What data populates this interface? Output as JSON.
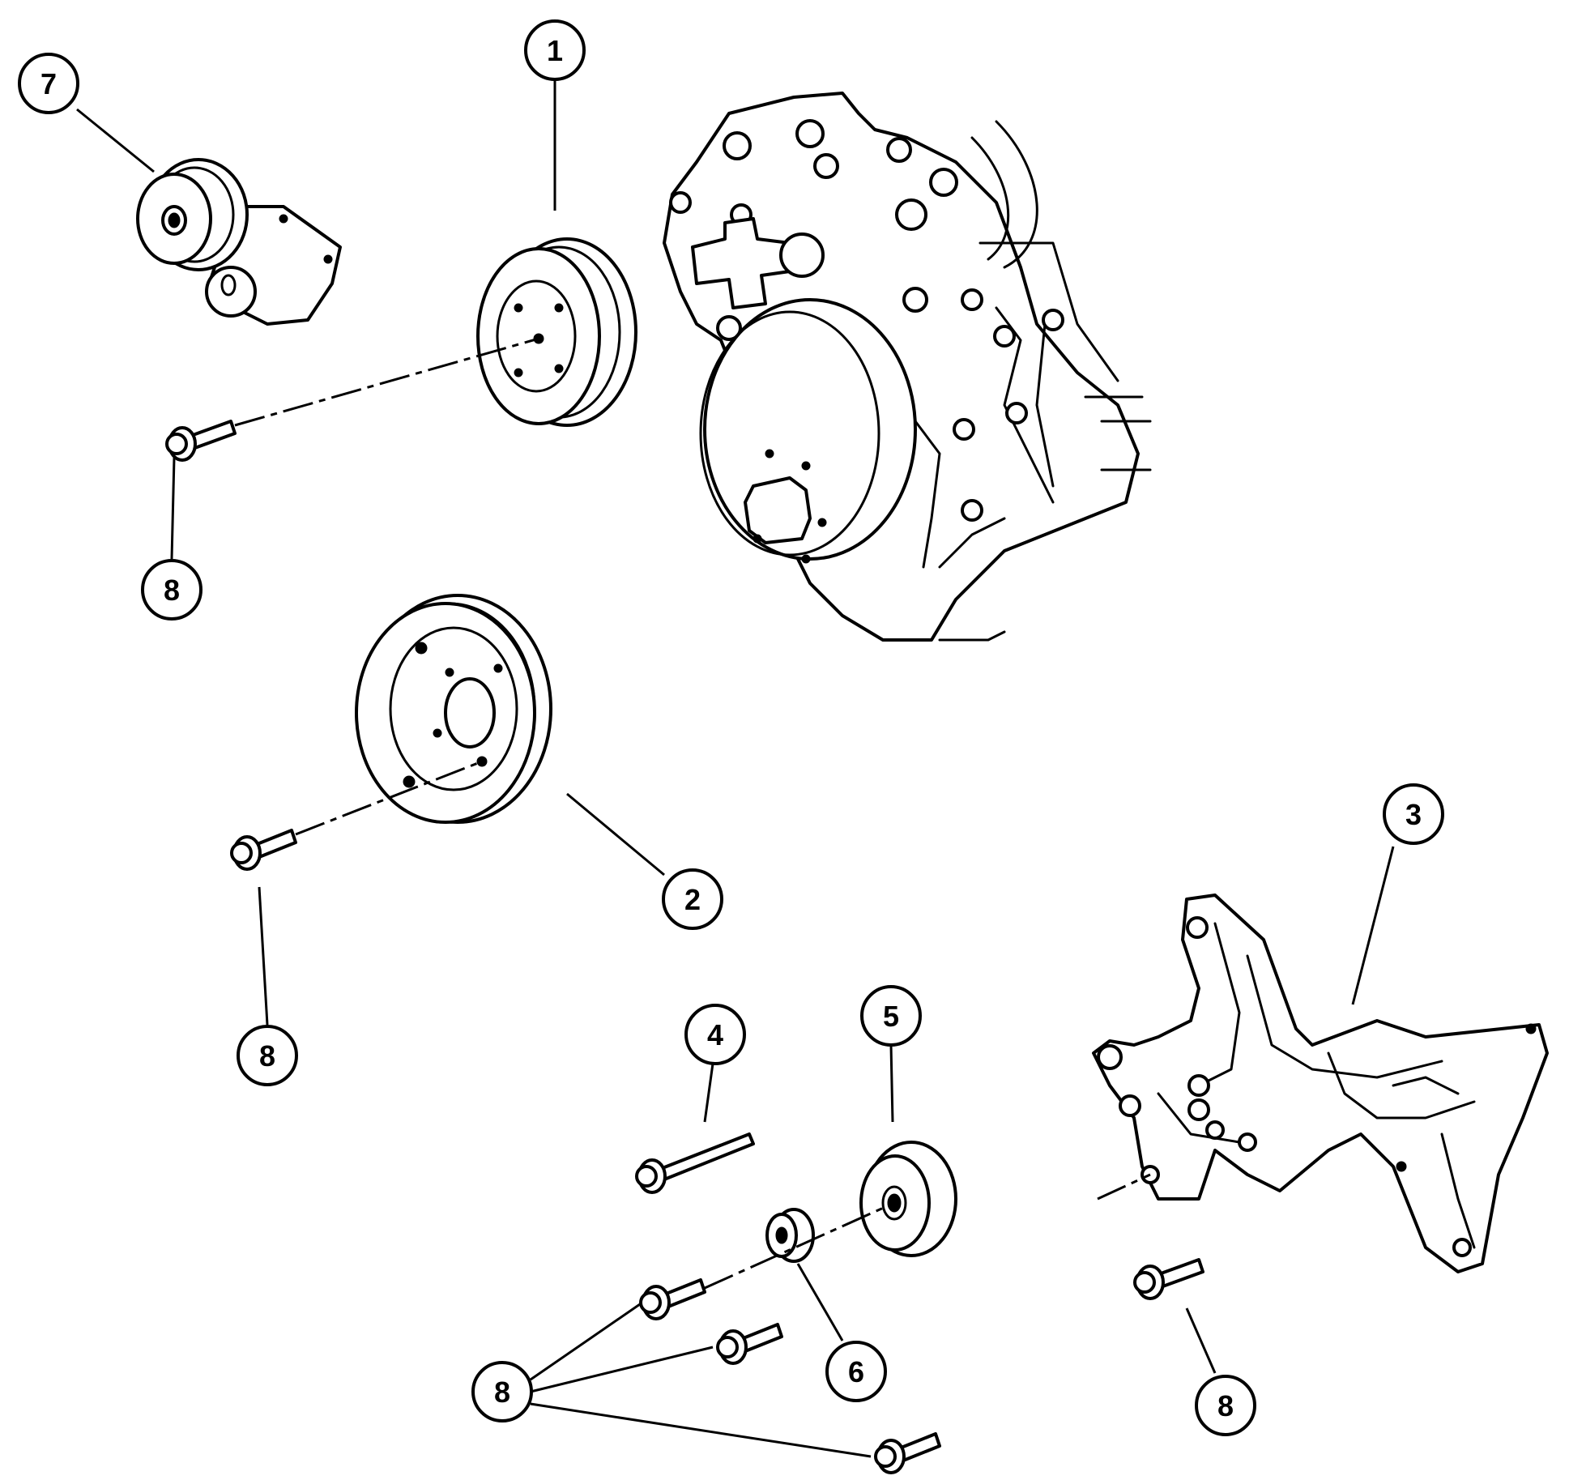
{
  "callouts": [
    {
      "id": "c1",
      "label": "1"
    },
    {
      "id": "c2",
      "label": "2"
    },
    {
      "id": "c3",
      "label": "3"
    },
    {
      "id": "c4",
      "label": "4"
    },
    {
      "id": "c5",
      "label": "5"
    },
    {
      "id": "c6",
      "label": "6"
    },
    {
      "id": "c7",
      "label": "7"
    },
    {
      "id": "c8a",
      "label": "8"
    },
    {
      "id": "c8b",
      "label": "8"
    },
    {
      "id": "c8c",
      "label": "8"
    },
    {
      "id": "c8d",
      "label": "8"
    }
  ],
  "colors": {
    "ink": "#000000",
    "paper": "#ffffff"
  }
}
